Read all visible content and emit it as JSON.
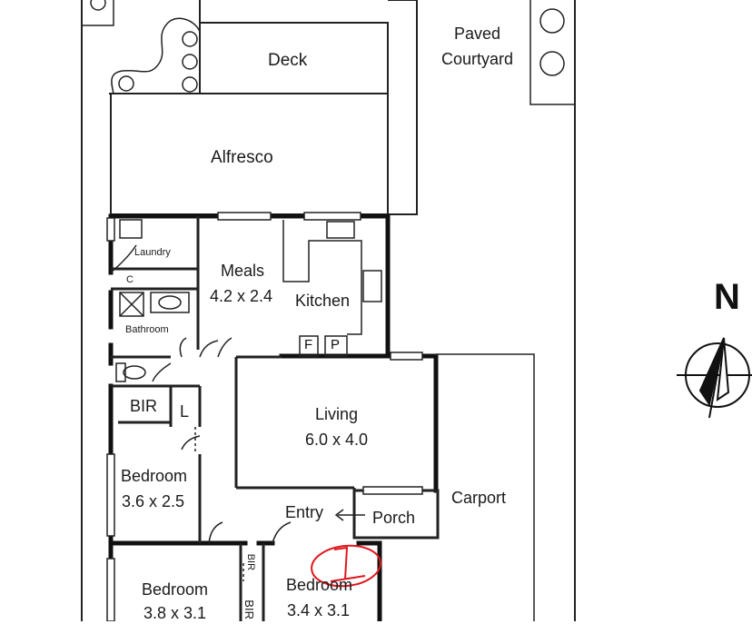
{
  "rooms": {
    "deck": "Deck",
    "paved_courtyard_1": "Paved",
    "paved_courtyard_2": "Courtyard",
    "alfresco": "Alfresco",
    "laundry": "Laundry",
    "c": "C",
    "bathroom": "Bathroom",
    "meals": "Meals",
    "meals_size": "4.2 x 2.4",
    "kitchen": "Kitchen",
    "f": "F",
    "p": "P",
    "bir1": "BIR",
    "l": "L",
    "living": "Living",
    "living_size": "6.0 x 4.0",
    "bedroom1": "Bedroom",
    "bedroom1_size": "3.6 x 2.5",
    "carport": "Carport",
    "entry": "Entry",
    "porch": "Porch",
    "bedroom2": "Bedroom",
    "bedroom2_size": "3.8 x 3.1",
    "bir2": "BIR",
    "bir3": "BIR",
    "bedroom3": "Bedroom",
    "bedroom3_size": "3.4 x 3.1"
  },
  "compass": {
    "label": "N"
  },
  "annotation": {
    "mark": "1",
    "color": "#e0161b"
  }
}
